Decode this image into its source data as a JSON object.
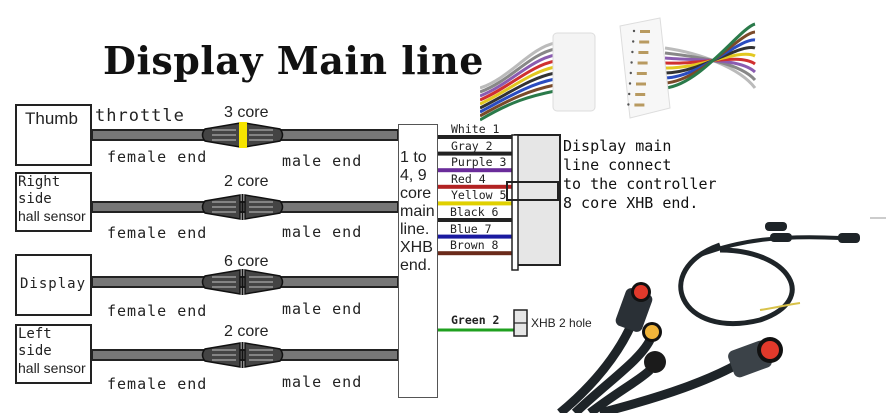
{
  "title": "Display Main line",
  "devices": [
    {
      "name": "thumb-throttle",
      "label_lines": [
        "Thumb"
      ],
      "extra_label": "throttle",
      "core": "3 core",
      "has_yellow_band": true,
      "female": "female end",
      "male": "male end"
    },
    {
      "name": "right-hall-sensor",
      "label_lines": [
        "Right",
        "side",
        "hall sensor"
      ],
      "extra_label": "",
      "core": "2 core",
      "has_yellow_band": false,
      "female": "female end",
      "male": "male end"
    },
    {
      "name": "display",
      "label_lines": [
        "Display"
      ],
      "extra_label": "",
      "core": "6 core",
      "has_yellow_band": false,
      "female": "female end",
      "male": "male end"
    },
    {
      "name": "left-hall-sensor",
      "label_lines": [
        "Left",
        "side",
        "hall sensor"
      ],
      "extra_label": "",
      "core": "2 core",
      "has_yellow_band": false,
      "female": "female end",
      "male": "male end"
    }
  ],
  "main_line": {
    "label_lines": [
      "1 to",
      "4, 9",
      "core",
      "main",
      "line.",
      "XHB",
      "end."
    ]
  },
  "wires": [
    {
      "label": "White 1",
      "color": "#222222"
    },
    {
      "label": "Gray 2",
      "color": "#222222"
    },
    {
      "label": "Purple 3",
      "color": "#6a2c9a"
    },
    {
      "label": "Red 4",
      "color": "#b22222"
    },
    {
      "label": "Yellow 5",
      "color": "#e0d000"
    },
    {
      "label": "Black 6",
      "color": "#222222"
    },
    {
      "label": "Blue 7",
      "color": "#1a1aa0"
    },
    {
      "label": "Brown 8",
      "color": "#6b2a1a"
    }
  ],
  "green_wire": {
    "label": "Green 2",
    "color": "#1fa01f",
    "connector_label": "XHB 2 hole"
  },
  "description_lines": [
    "Display main",
    "line connect",
    "to the controller",
    "8 core XHB end."
  ],
  "photos": [
    {
      "name": "xhb-connector-photo",
      "description": "8-pin XHB connector with colored wires"
    },
    {
      "name": "waterproof-cable-photo",
      "description": "display main line waterproof cable harness with connectors"
    }
  ]
}
